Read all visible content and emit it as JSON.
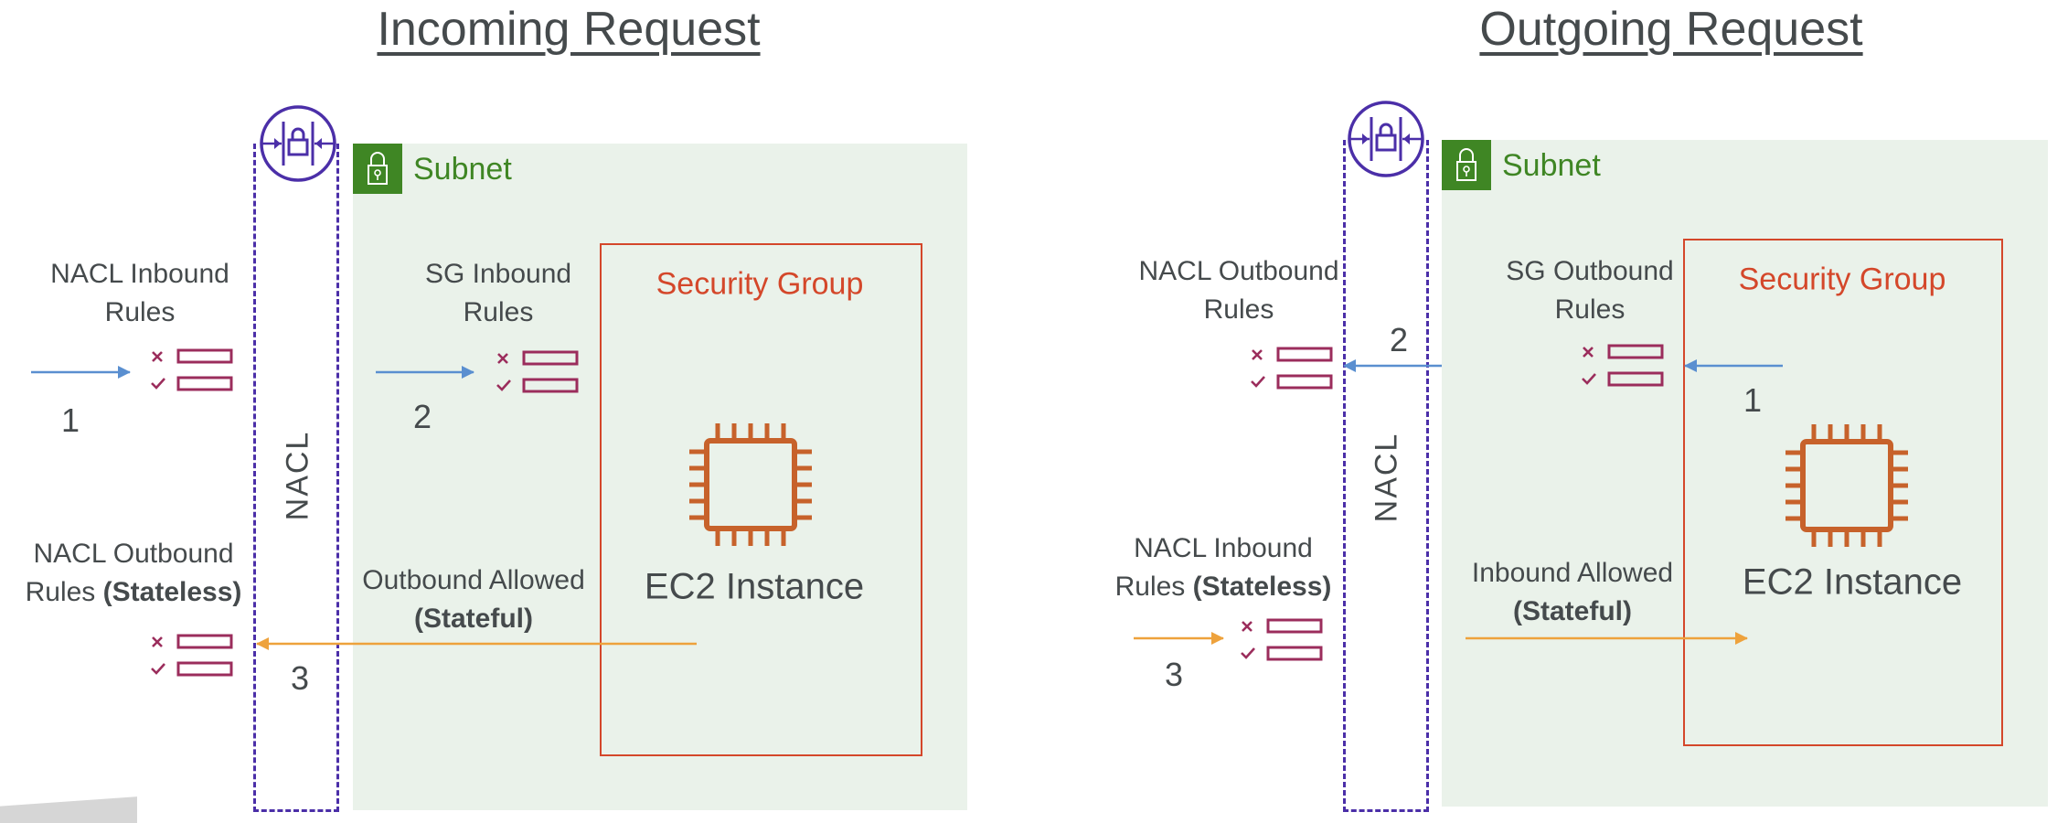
{
  "colors": {
    "text": "#454a4c",
    "subnet_fill": "#eaf2ea",
    "subnet_green": "#3f8624",
    "security_group": "#d4472a",
    "nacl_purple": "#4b2fa8",
    "rules_maroon": "#9b2d5c",
    "ec2_orange": "#c7622b",
    "request_arrow": "#5a8fd0",
    "response_arrow": "#eea23c"
  },
  "incoming": {
    "title": "Incoming Request",
    "subnet_label": "Subnet",
    "security_group_label": "Security Group",
    "nacl_label": "NACL",
    "ec2_label": "EC2 Instance",
    "nacl_inbound_rules": [
      "NACL Inbound",
      "Rules"
    ],
    "sg_inbound_rules": [
      "SG Inbound",
      "Rules"
    ],
    "nacl_outbound_rules": {
      "line1": "NACL Outbound",
      "line2_plain": "Rules ",
      "line2_bold": "(Stateless)"
    },
    "outbound_allowed": {
      "line1": "Outbound Allowed",
      "line2_bold": "(Stateful)"
    },
    "steps": [
      "1",
      "2",
      "3"
    ]
  },
  "outgoing": {
    "title": "Outgoing Request",
    "subnet_label": "Subnet",
    "security_group_label": "Security Group",
    "nacl_label": "NACL",
    "ec2_label": "EC2 Instance",
    "nacl_outbound_rules": [
      "NACL Outbound",
      "Rules"
    ],
    "sg_outbound_rules": [
      "SG Outbound",
      "Rules"
    ],
    "nacl_inbound_rules": {
      "line1": "NACL Inbound",
      "line2_plain": "Rules ",
      "line2_bold": "(Stateless)"
    },
    "inbound_allowed": {
      "line1": "Inbound Allowed",
      "line2_bold": "(Stateful)"
    },
    "steps": [
      "1",
      "2",
      "3"
    ]
  }
}
